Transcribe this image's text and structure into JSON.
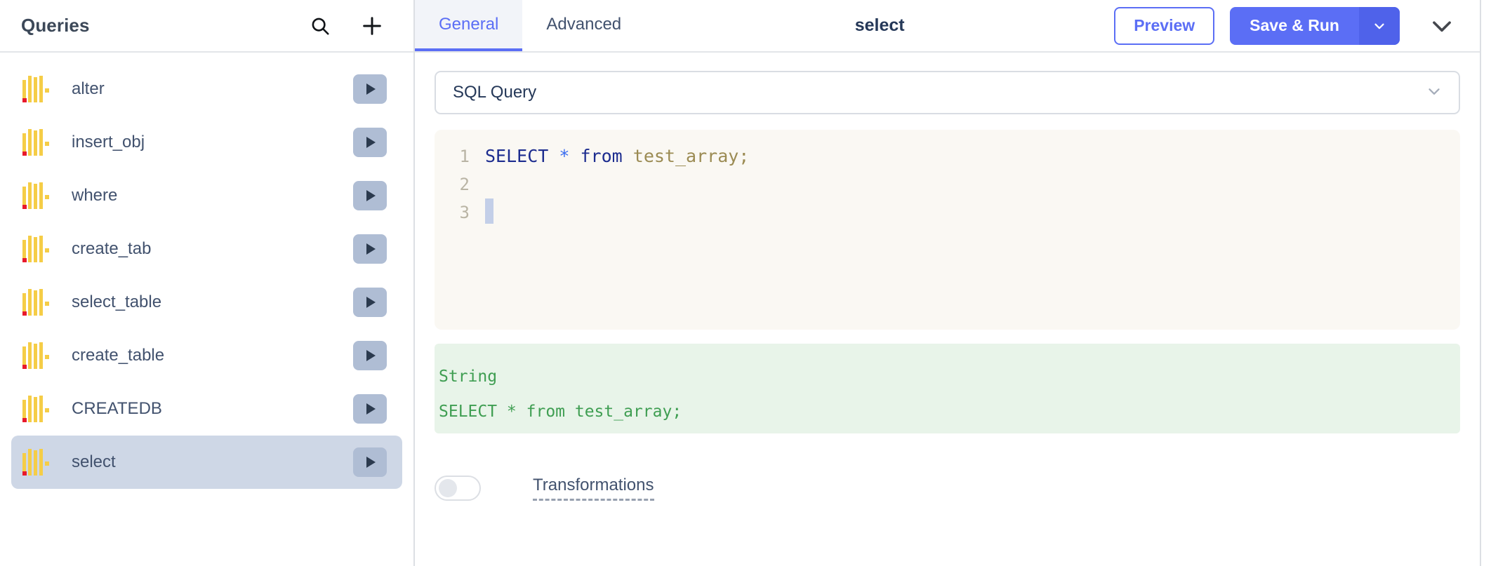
{
  "sidebar": {
    "title": "Queries",
    "search_icon": "search-icon",
    "add_icon": "plus-icon",
    "items": [
      {
        "name": "alter",
        "icon": "sql-query-icon",
        "run_icon": "play-icon",
        "selected": false
      },
      {
        "name": "insert_obj",
        "icon": "sql-query-icon",
        "run_icon": "play-icon",
        "selected": false
      },
      {
        "name": "where",
        "icon": "sql-query-icon",
        "run_icon": "play-icon",
        "selected": false
      },
      {
        "name": "create_tab",
        "icon": "sql-query-icon",
        "run_icon": "play-icon",
        "selected": false
      },
      {
        "name": "select_table",
        "icon": "sql-query-icon",
        "run_icon": "play-icon",
        "selected": false
      },
      {
        "name": "create_table",
        "icon": "sql-query-icon",
        "run_icon": "play-icon",
        "selected": false
      },
      {
        "name": "CREATEDB",
        "icon": "sql-query-icon",
        "run_icon": "play-icon",
        "selected": false
      },
      {
        "name": "select",
        "icon": "sql-query-icon",
        "run_icon": "play-icon",
        "selected": true
      }
    ]
  },
  "toolbar": {
    "tabs": [
      {
        "label": "General",
        "active": true
      },
      {
        "label": "Advanced",
        "active": false
      }
    ],
    "document_title": "select",
    "preview_label": "Preview",
    "save_run_label": "Save & Run",
    "save_run_caret_icon": "chevron-down-icon",
    "collapse_icon": "chevron-down-icon"
  },
  "editor_panel": {
    "query_type": {
      "value": "SQL Query",
      "caret_icon": "chevron-down-icon"
    },
    "code": {
      "lines": [
        {
          "number": "1",
          "tokens": [
            {
              "text": "SELECT",
              "type": "keyword"
            },
            {
              "text": " ",
              "type": "plain"
            },
            {
              "text": "*",
              "type": "star"
            },
            {
              "text": " ",
              "type": "plain"
            },
            {
              "text": "from",
              "type": "keyword"
            },
            {
              "text": " ",
              "type": "plain"
            },
            {
              "text": "test_array",
              "type": "identifier"
            },
            {
              "text": ";",
              "type": "punctuation"
            }
          ]
        },
        {
          "number": "2",
          "tokens": []
        },
        {
          "number": "3",
          "tokens": [],
          "caret": true
        }
      ]
    },
    "result": {
      "type_label": "String",
      "value": "SELECT * from test_array;"
    },
    "transformations": {
      "label": "Transformations",
      "enabled": false
    }
  },
  "colors": {
    "accent": "#5b6ef5",
    "tab_active_bg": "#f2f4f9",
    "selected_row_bg": "#ced7e6",
    "editor_bg": "#faf8f3",
    "result_bg": "#e8f4e9",
    "result_text": "#3f9e52",
    "icon_yellow": "#f5cd47",
    "icon_red": "#e8192c",
    "run_btn_bg": "#afbdd4",
    "text_primary": "#42526e"
  }
}
